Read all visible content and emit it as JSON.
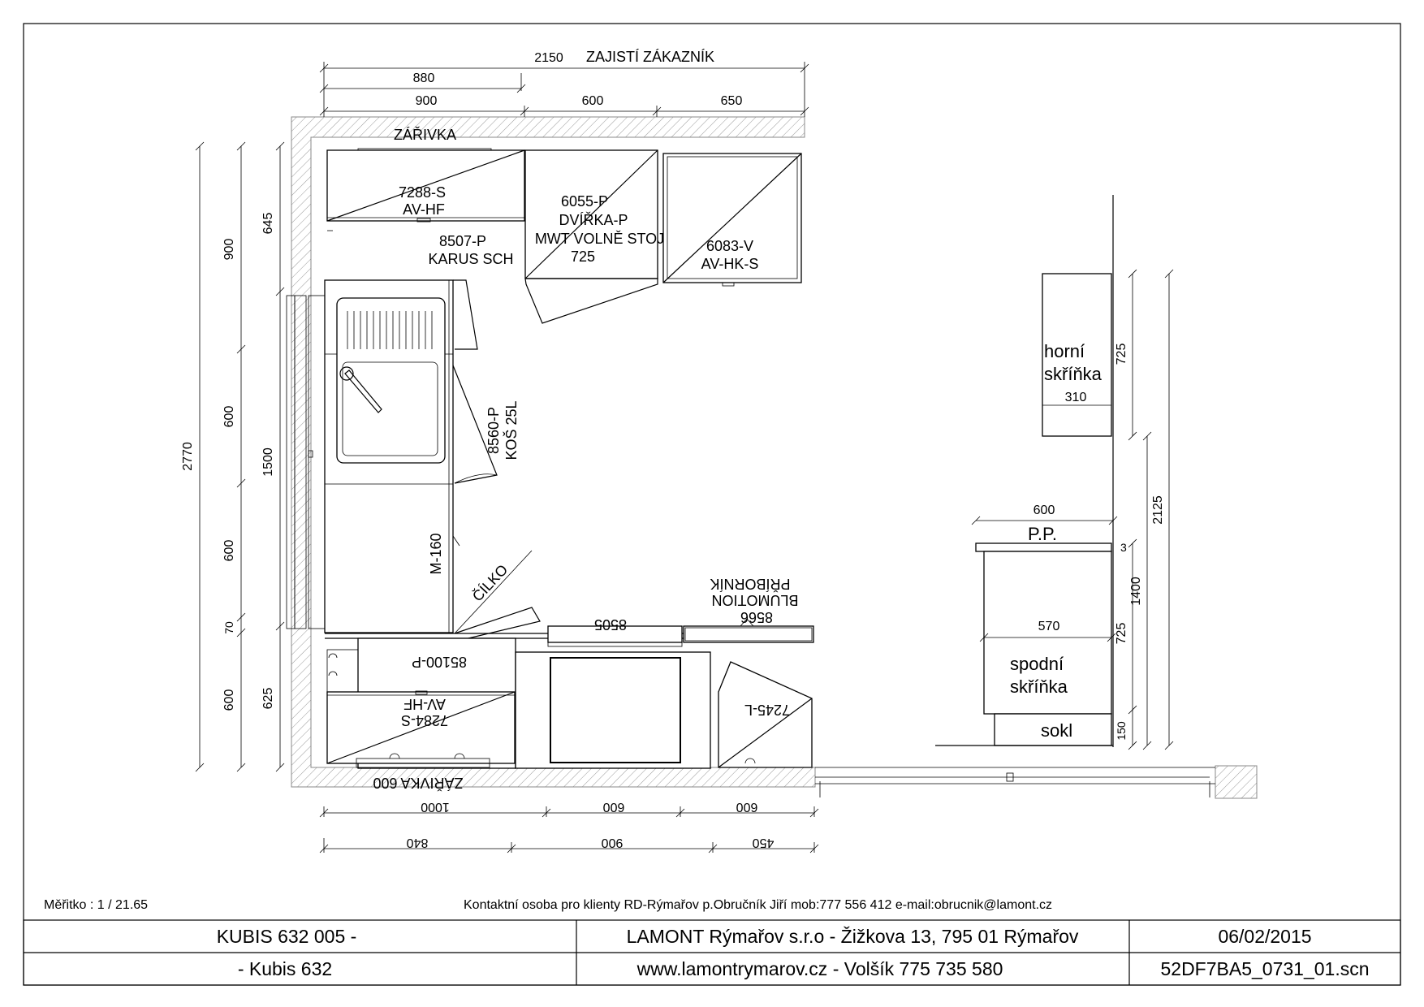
{
  "plan": {
    "dims_top": {
      "overall": "2150",
      "overall_note": "ZAJISTÍ ZÁKAZNÍK",
      "d880": "880",
      "d900": "900",
      "d600": "600",
      "d650": "650"
    },
    "dims_left": {
      "d2770": "2770",
      "d900": "900",
      "d600a": "600",
      "d600b": "600",
      "d70": "70",
      "d600c": "600",
      "d645": "645",
      "d1500": "1500",
      "d625": "625"
    },
    "dims_bottom": {
      "d1000": "1000",
      "d600a": "600",
      "d600b": "600",
      "d840": "840",
      "d900": "900",
      "d450": "450"
    },
    "labels": {
      "zarivka_top": "ZÁŘIVKA",
      "cab_7288": "7288-S",
      "cab_7288_sub": "AV-HF",
      "cab_8507": "8507-P",
      "cab_8507_sub": "KARUS SCH",
      "cab_6055": "6055-P",
      "cab_6055_sub1": "DVÍŘKA-P",
      "cab_6055_sub2": "MWT VOLNĚ STOJ.",
      "cab_6055_sub3": "725",
      "cab_6083": "6083-V",
      "cab_6083_sub": "AV-HK-S",
      "cab_8560": "8560-P",
      "cab_8560_sub": "KOŠ 25L",
      "m160": "M-160",
      "cilko": "ČÍLKO",
      "cab_8566": "8566",
      "blumotion": "BLUMOTION",
      "pribornik": "PŘÍBORNÍK",
      "cab_8505": "8505",
      "cab_85100": "85100-P",
      "cab_7284": "7284-S",
      "cab_7284_sub": "AV-HF",
      "cab_7245": "7245-L",
      "zarivka_bottom": "ZÁŘIVKA 600"
    }
  },
  "section": {
    "upper": "horní",
    "upper2": "skříňka",
    "upper_depth": "310",
    "upper_height": "725",
    "worktop_depth": "600",
    "pp": "P.P.",
    "d3": "3",
    "base_depth": "570",
    "lower": "spodní",
    "lower2": "skříňka",
    "lower_height": "725",
    "sokl": "sokl",
    "sokl_height": "150",
    "d1400": "1400",
    "d2125": "2125"
  },
  "footer": {
    "scale": "Měřitko : 1 / 21.65",
    "contact": "Kontaktní osoba pro klienty RD-Rýmařov p.Obručník Jiří mob:777 556 412 e-mail:obrucnik@lamont.cz",
    "row1_left": "KUBIS 632 005 -",
    "row1_mid": "LAMONT Rýmařov s.r.o - Žižkova 13, 795 01 Rýmařov",
    "row1_right": "06/02/2015",
    "row2_left": "-  Kubis 632",
    "row2_mid": "www.lamontrymarov.cz - Volšík 775 735 580",
    "row2_right": "52DF7BA5_0731_01.scn"
  }
}
